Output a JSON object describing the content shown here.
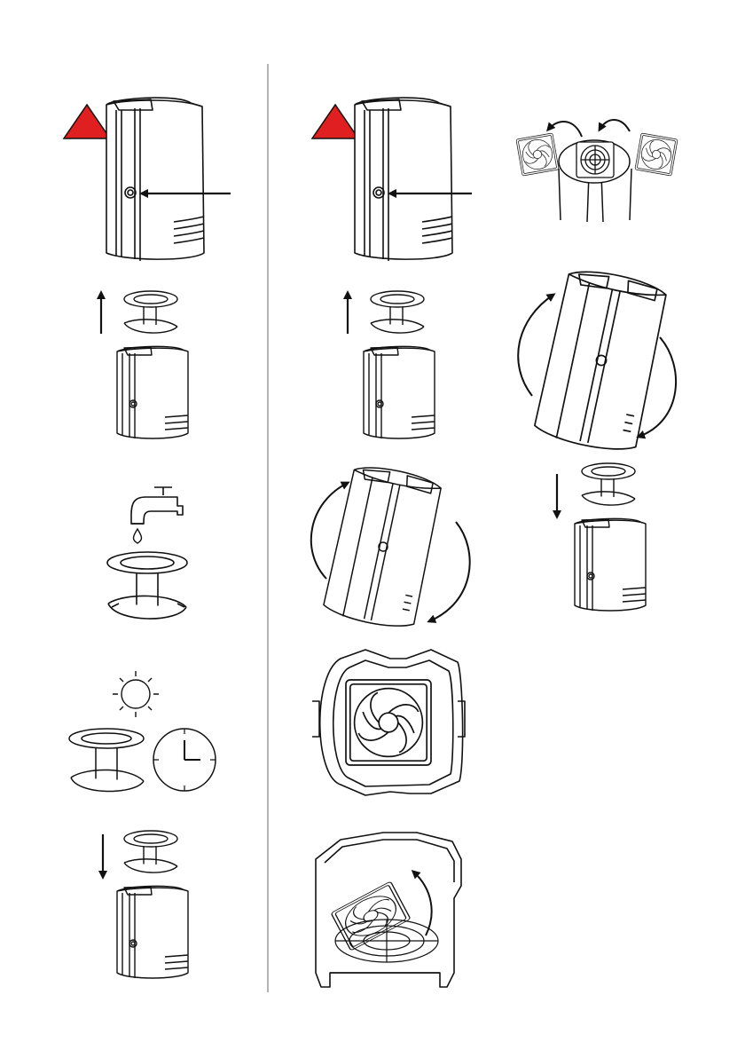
{
  "page": {
    "background": "#ffffff",
    "ink_color": "#111111",
    "divider_color": "#9a9a9a",
    "warning_color": "#e02020"
  },
  "divider": {
    "orientation": "vertical",
    "style": "solid"
  },
  "columns": [
    {
      "id": "left",
      "steps": [
        {
          "id": "press-button-warning",
          "icons": [
            "warning-triangle-icon",
            "unit-icon",
            "button-arrow-icon"
          ]
        },
        {
          "id": "lift-reservoir",
          "icons": [
            "up-arrow-icon",
            "reservoir-icon",
            "unit-icon"
          ]
        },
        {
          "id": "rinse-reservoir",
          "icons": [
            "faucet-icon",
            "water-drop-icon",
            "reservoir-icon"
          ]
        },
        {
          "id": "dry-reservoir",
          "icons": [
            "sun-icon",
            "reservoir-icon",
            "clock-icon"
          ]
        },
        {
          "id": "insert-reservoir",
          "icons": [
            "down-arrow-icon",
            "reservoir-icon",
            "unit-icon"
          ]
        }
      ]
    },
    {
      "id": "middle",
      "steps": [
        {
          "id": "press-button-warning",
          "icons": [
            "warning-triangle-icon",
            "unit-icon",
            "button-arrow-icon"
          ]
        },
        {
          "id": "lift-reservoir",
          "icons": [
            "up-arrow-icon",
            "reservoir-icon",
            "unit-icon"
          ]
        },
        {
          "id": "rotate-unit",
          "icons": [
            "rotate-arrows-icon",
            "unit-icon"
          ]
        },
        {
          "id": "fan-bottom-view",
          "icons": [
            "fan-icon",
            "housing-icon"
          ]
        },
        {
          "id": "lift-fan-out",
          "icons": [
            "fan-icon",
            "housing-icon",
            "curved-arrow-icon"
          ]
        }
      ]
    },
    {
      "id": "right",
      "steps": [
        {
          "id": "replace-fan",
          "icons": [
            "fan-icon",
            "fan-guard-icon",
            "curved-arrow-icon"
          ]
        },
        {
          "id": "rotate-unit-back",
          "icons": [
            "rotate-arrows-icon",
            "unit-icon"
          ]
        },
        {
          "id": "insert-reservoir",
          "icons": [
            "down-arrow-icon",
            "reservoir-icon",
            "unit-icon"
          ]
        }
      ]
    }
  ]
}
